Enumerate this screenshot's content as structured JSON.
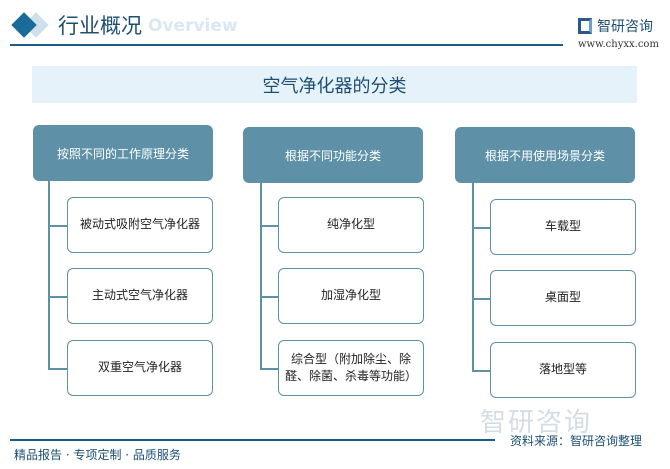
{
  "header": {
    "title": "行业概况",
    "subtitle": "Overview",
    "brand": "智研咨询",
    "url": "www.chyxx.com"
  },
  "banner": "空气净化器的分类",
  "columns": [
    {
      "label": "按照不同的工作原理分类",
      "items": [
        "被动式吸附空气净化器",
        "主动式空气净化器",
        "双重空气净化器"
      ]
    },
    {
      "label": "根据不同功能分类",
      "items": [
        "纯净化型",
        "加湿净化型",
        "综合型（附加除尘、除醛、除菌、杀毒等功能）"
      ]
    },
    {
      "label": "根据不用使用场景分类",
      "items": [
        "车载型",
        "桌面型",
        "落地型等"
      ]
    }
  ],
  "footer": {
    "slogan": "精品报告 · 专项定制 · 品质服务",
    "source": "资料来源：智研咨询整理",
    "watermark": "智研咨询"
  },
  "colors": {
    "accent": "#5e91a8",
    "title": "#1d4f73",
    "banner": "#e6f2fa"
  }
}
